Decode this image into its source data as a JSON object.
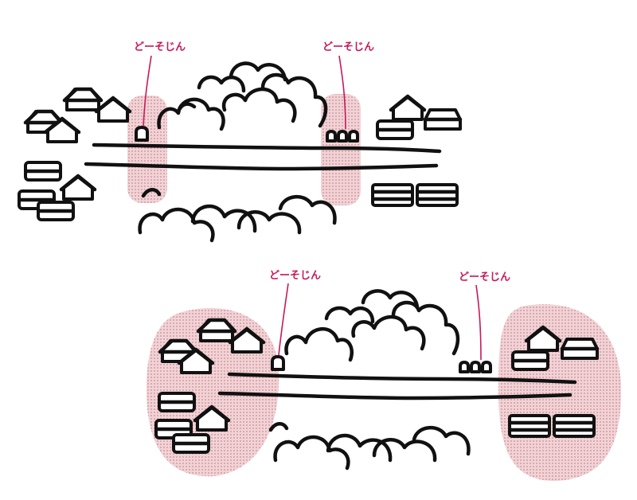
{
  "colors": {
    "ink": "#111111",
    "accent": "#c8195a",
    "zone": "#e8b8be",
    "dot": "#c98a94",
    "paper": "#ffffff"
  },
  "labels": {
    "top_left": "どーそじん",
    "top_right": "どーそじん",
    "bottom_left": "どーそじん",
    "bottom_right": "どーそじん"
  },
  "icons": [
    "house-icon",
    "tree-icon",
    "stone-statue-icon"
  ]
}
